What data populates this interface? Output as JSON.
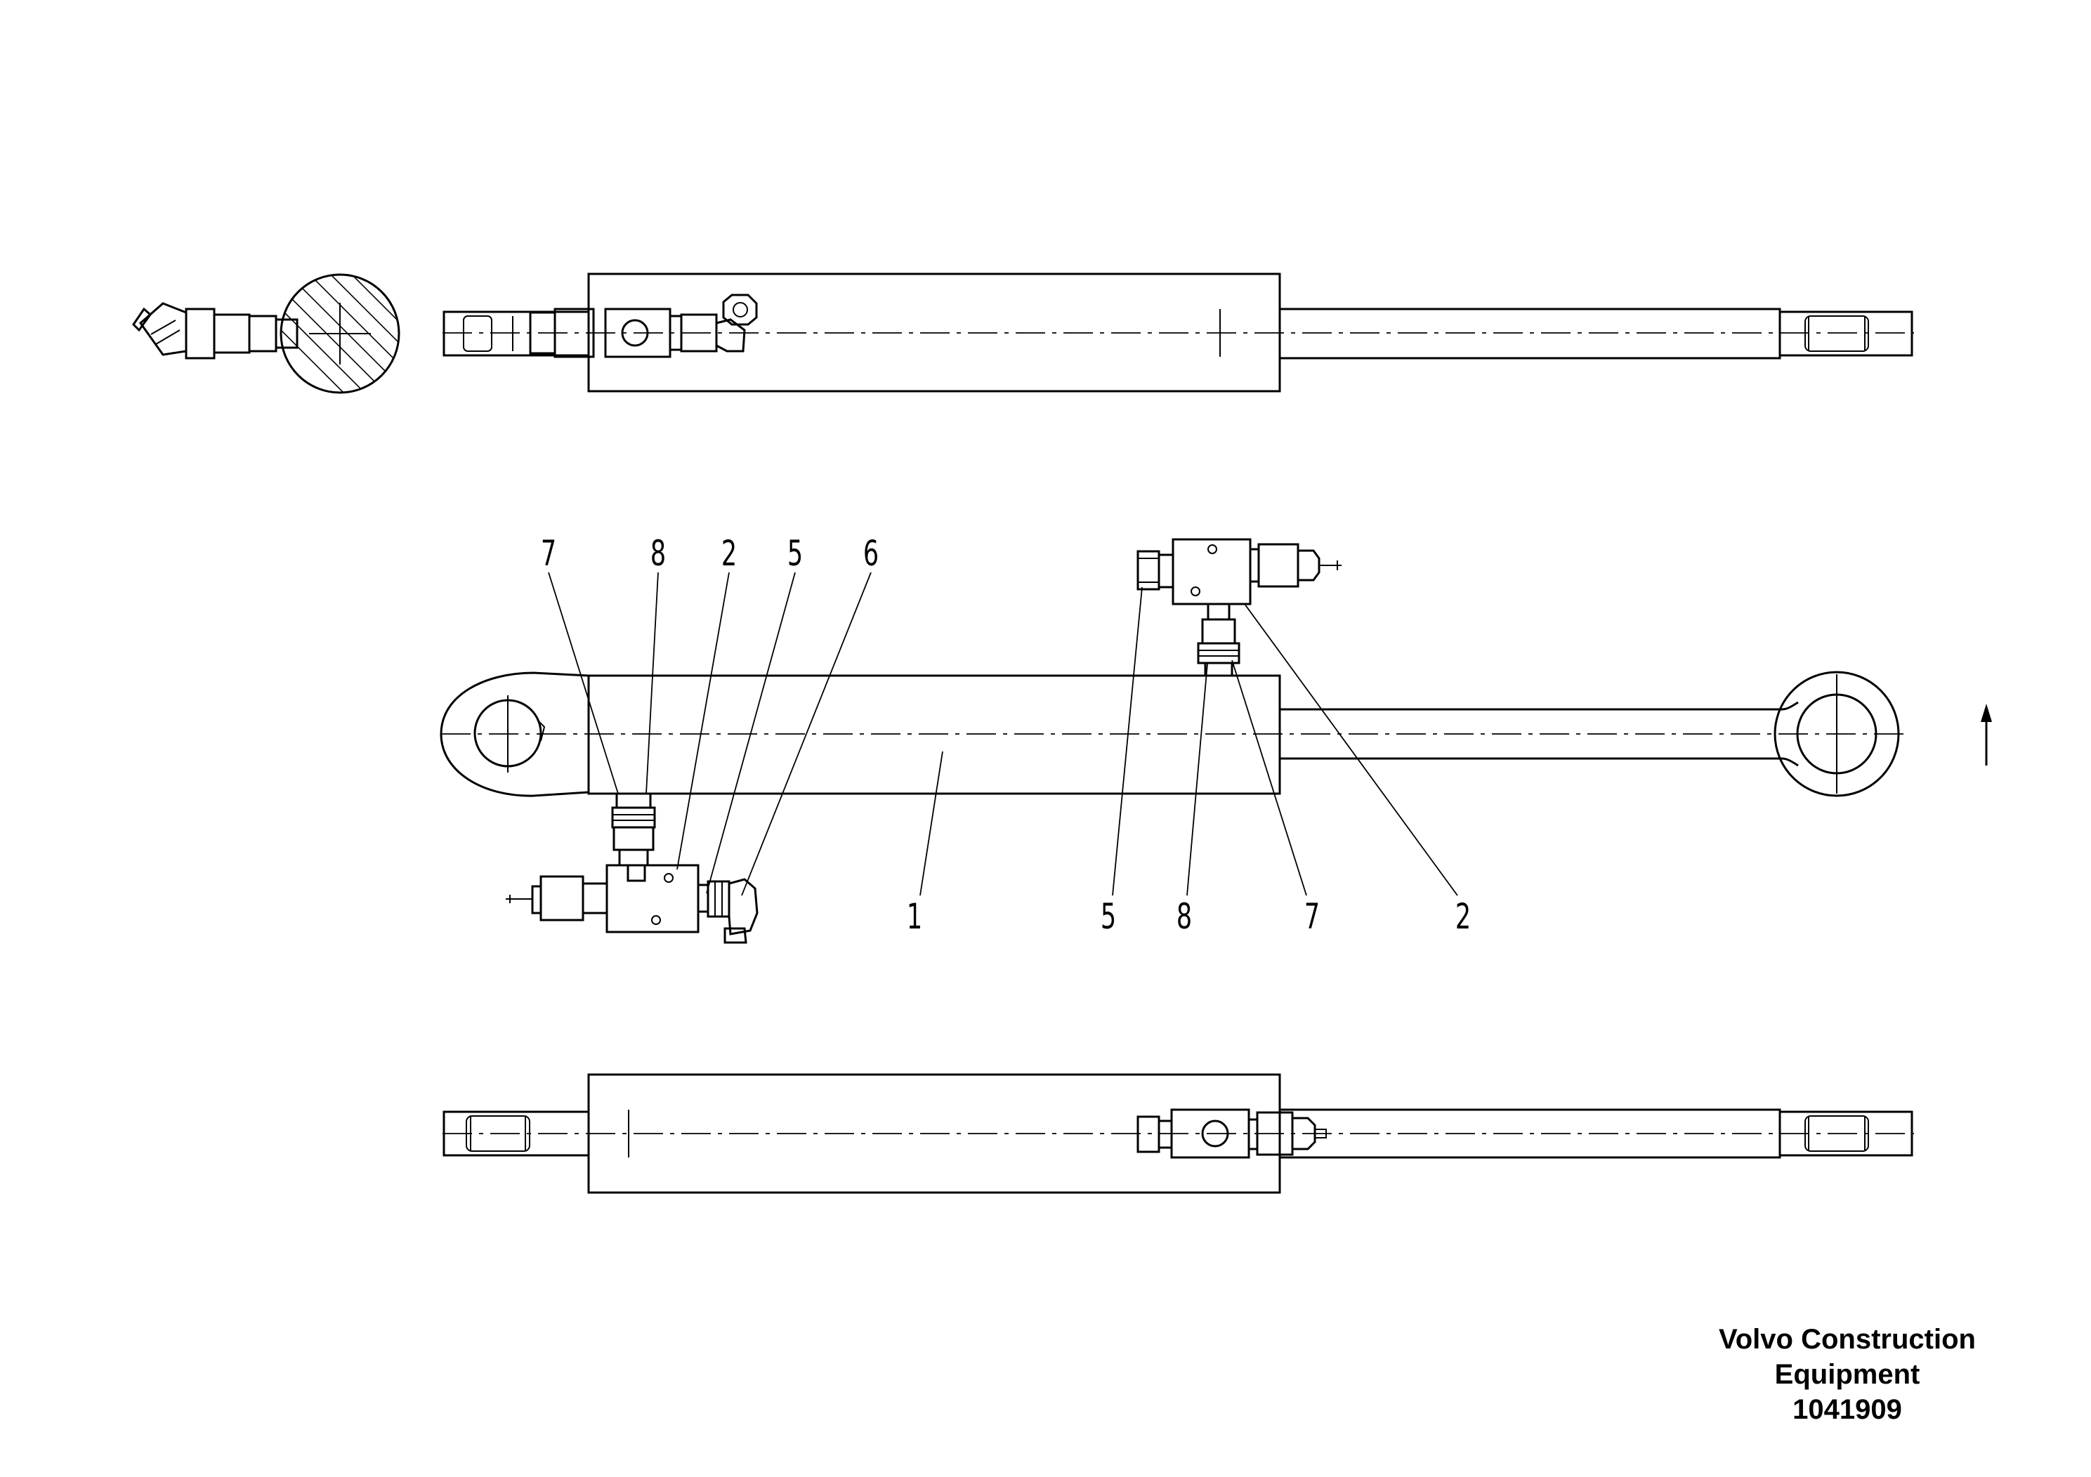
{
  "drawing": {
    "callouts_top_left": [
      "7",
      "8",
      "2",
      "5",
      "6"
    ],
    "callouts_bottom": [
      "1",
      "5",
      "8",
      "7",
      "2"
    ],
    "direction_marker": "up-arrow-icon"
  },
  "title_block": {
    "company_line1": "Volvo Construction",
    "company_line2": "Equipment",
    "drawing_number": "1041909"
  }
}
